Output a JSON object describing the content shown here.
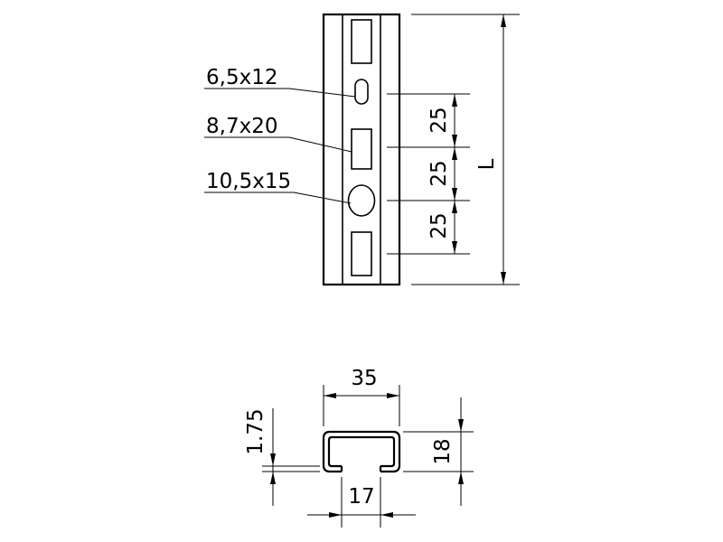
{
  "labels": {
    "slot_small": "6,5x12",
    "slot_medium": "8,7x20",
    "slot_large": "10,5x15"
  },
  "dimensions": {
    "pitch_1": "25",
    "pitch_2": "25",
    "pitch_3": "25",
    "length": "L",
    "width": "35",
    "height": "18",
    "thickness": "1.75",
    "opening": "17"
  }
}
